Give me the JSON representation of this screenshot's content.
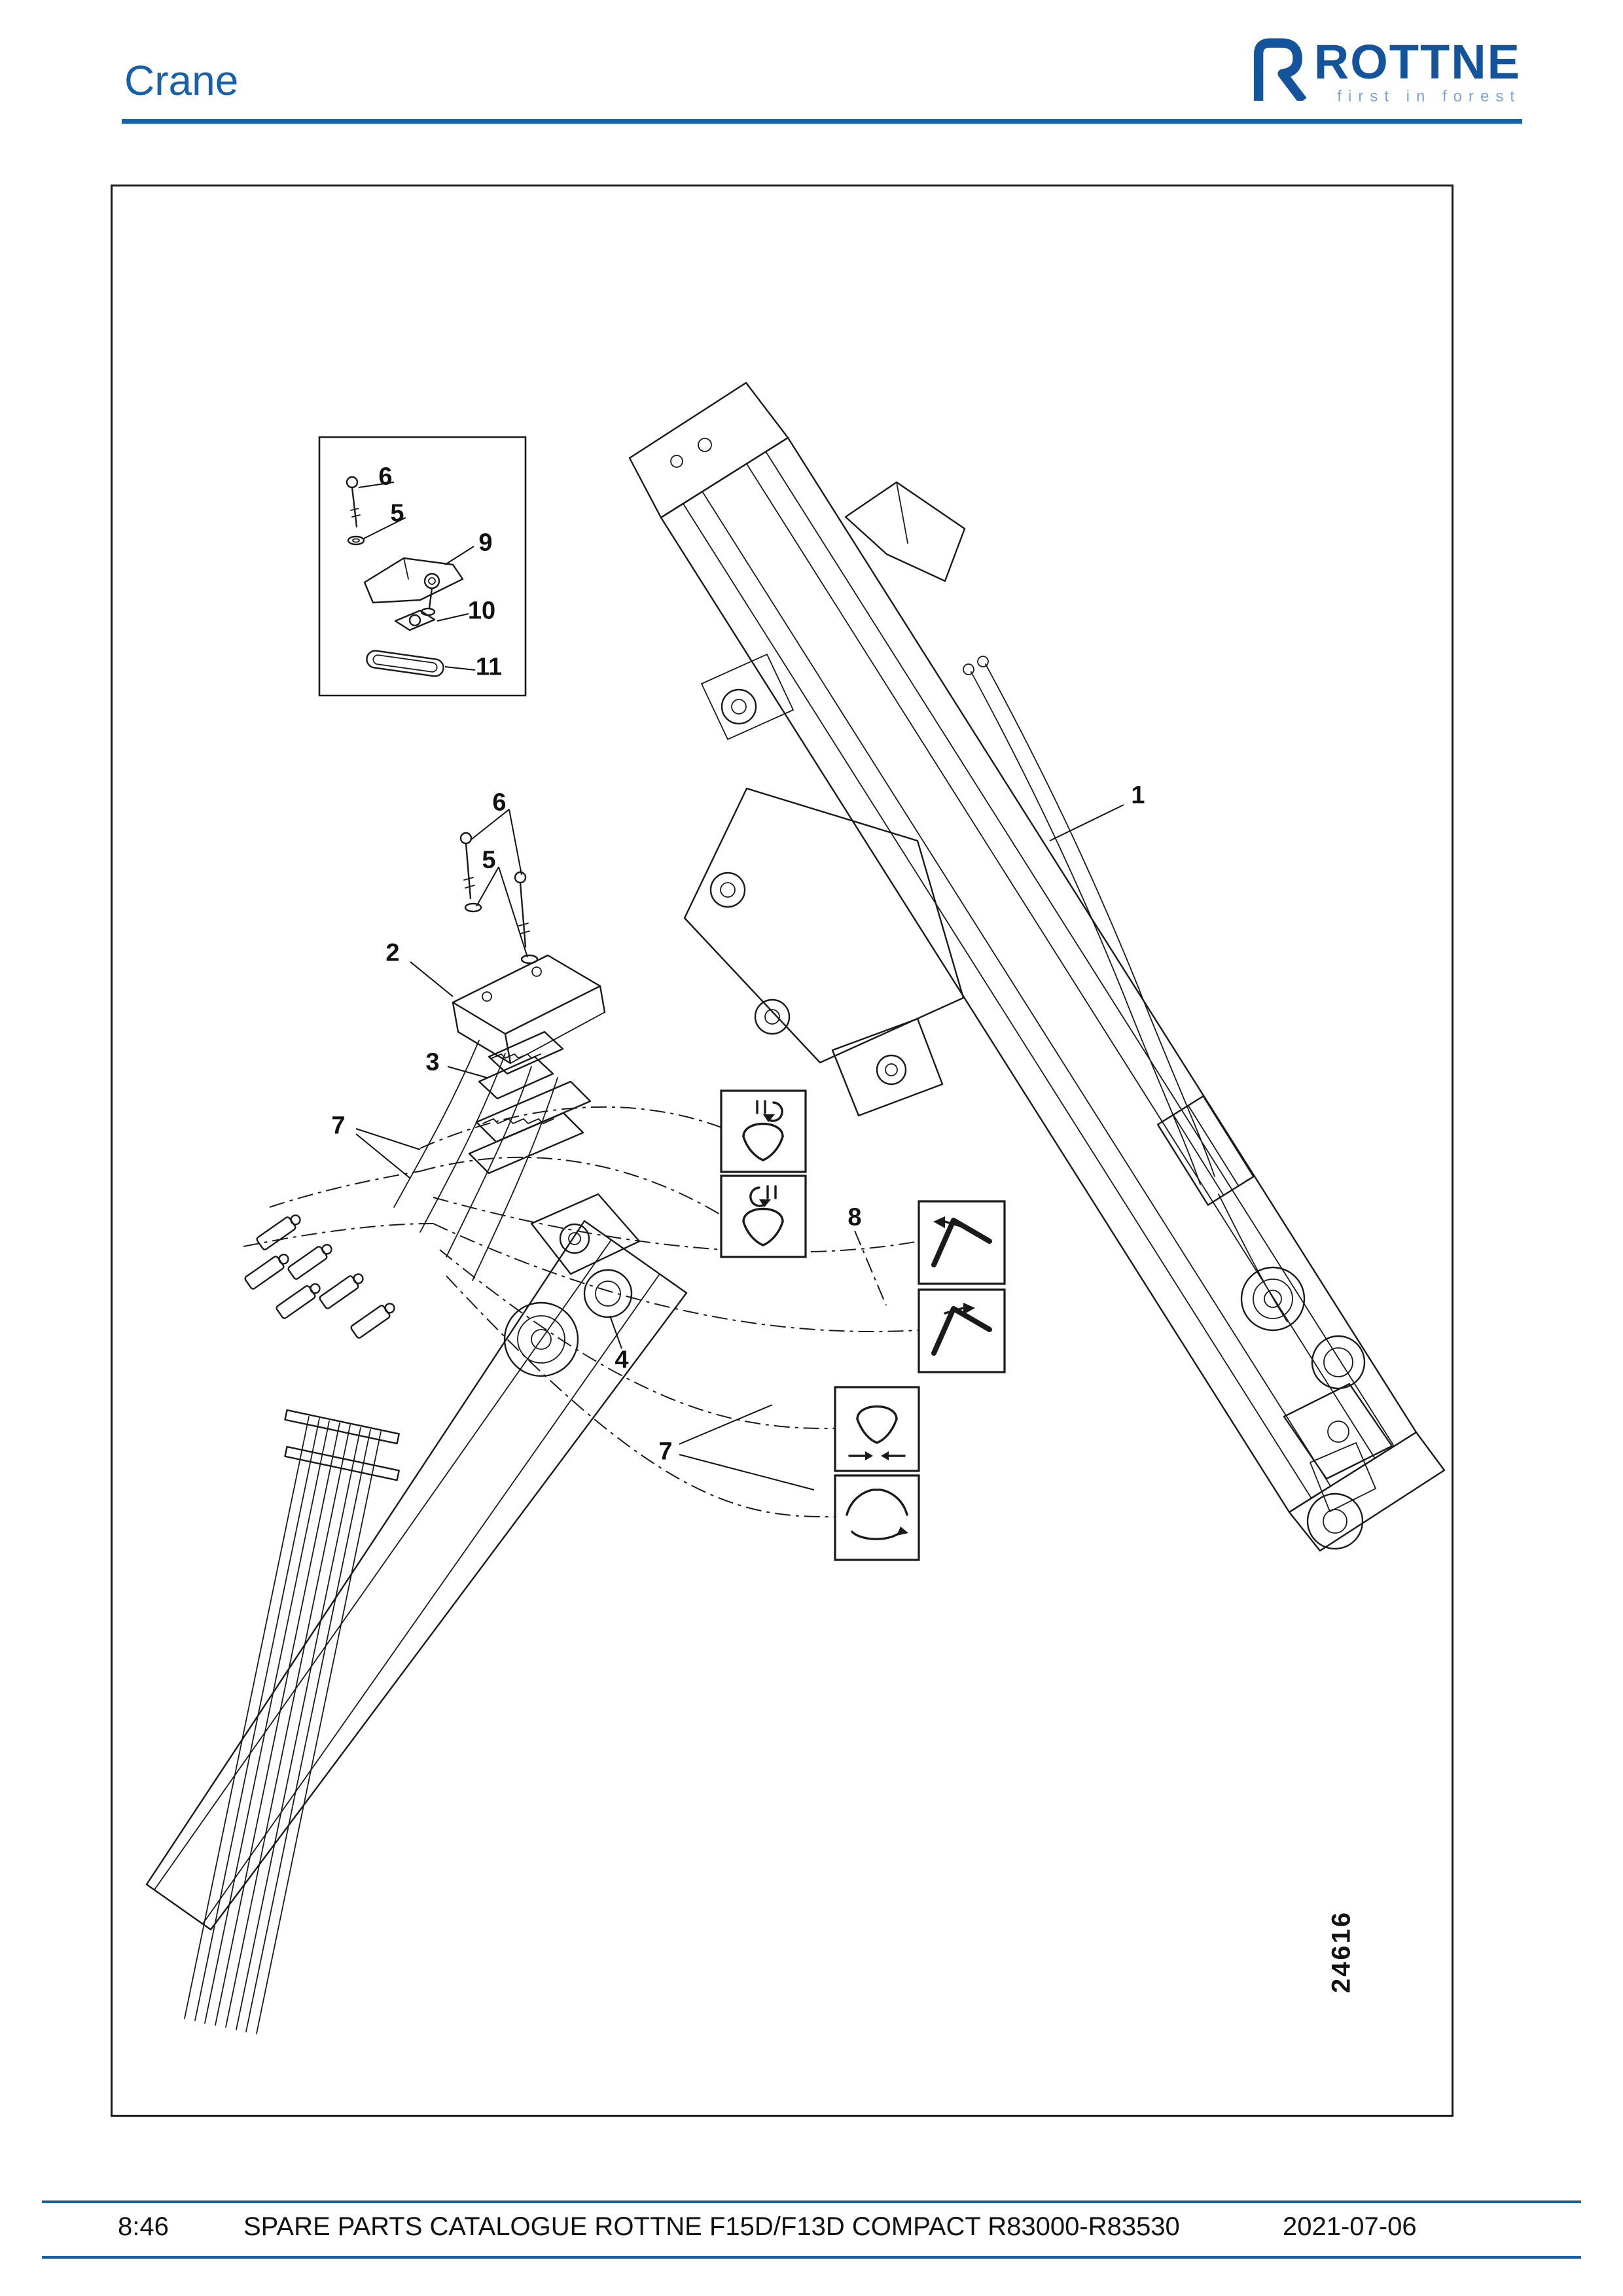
{
  "header": {
    "title": "Crane"
  },
  "logo": {
    "wordmark": "ROTTNE",
    "tagline": "first in forest"
  },
  "figure": {
    "number": "24616",
    "callouts": [
      "6",
      "5",
      "9",
      "10",
      "11",
      "6",
      "5",
      "2",
      "3",
      "7",
      "4",
      "7",
      "8",
      "1"
    ]
  },
  "footer": {
    "time": "8:46",
    "title": "SPARE PARTS CATALOGUE ROTTNE F15D/F13D COMPACT R83000-R83530",
    "date": "2021-07-06"
  },
  "colors": {
    "accent": "#1760ab",
    "logo_word": "#14549c",
    "logo_tagline": "#79a5d6",
    "line_art": "#1a1a1a"
  }
}
